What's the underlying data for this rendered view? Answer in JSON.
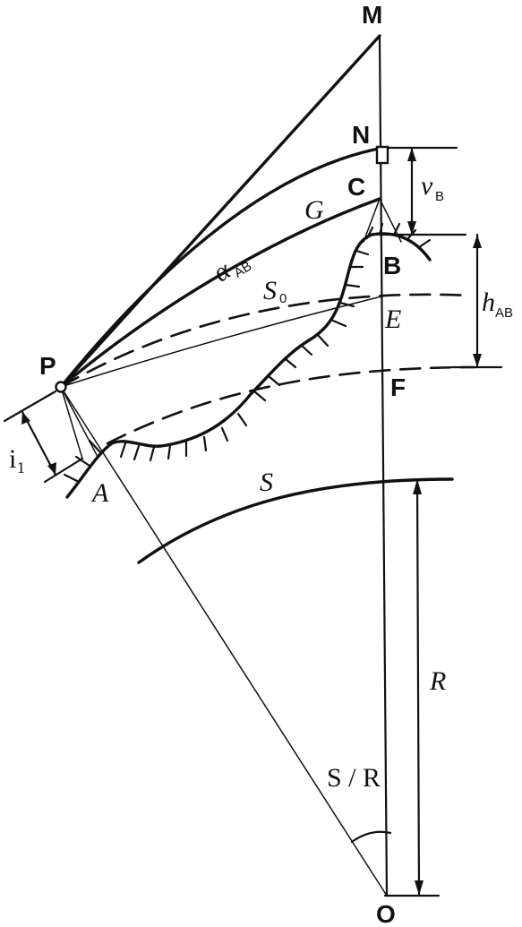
{
  "labels": {
    "M": "M",
    "N": "N",
    "C": "C",
    "G": "G",
    "B": "B",
    "E": "E",
    "F": "F",
    "P": "P",
    "A": "A",
    "S": "S",
    "R": "R",
    "O": "O",
    "alpha": "α",
    "alpha_sub": "AB",
    "s0": "S",
    "s0_sub": "0",
    "v": "v",
    "v_sub": "B",
    "h": "h",
    "h_sub": "AB",
    "i": "i₁",
    "angle": "S / R"
  }
}
